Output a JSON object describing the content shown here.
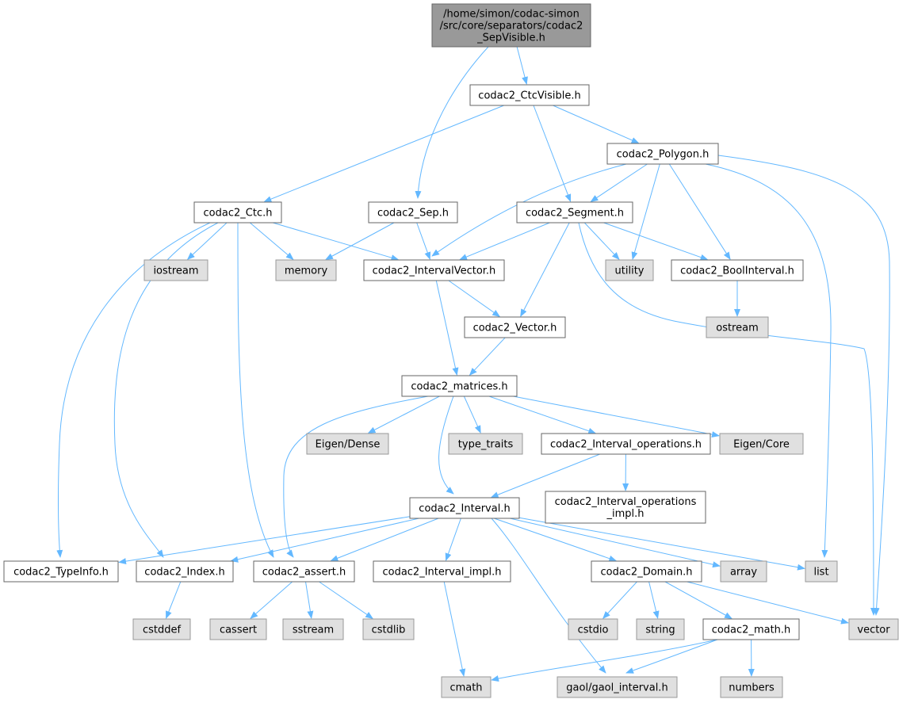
{
  "colors": {
    "edge": "#63b8ff",
    "root_fill": "#999999",
    "project_fill": "#ffffff",
    "system_fill": "#e0e0e0",
    "project_stroke": "#666666",
    "system_stroke": "#999999"
  },
  "nodes": [
    {
      "id": "root",
      "label": "/home/simon/codac-simon\n/src/core/separators/codac2\n_SepVisible.h",
      "kind": "root"
    },
    {
      "id": "ctcvisible",
      "label": "codac2_CtcVisible.h",
      "kind": "project"
    },
    {
      "id": "polygon",
      "label": "codac2_Polygon.h",
      "kind": "project"
    },
    {
      "id": "ctc",
      "label": "codac2_Ctc.h",
      "kind": "project"
    },
    {
      "id": "sep",
      "label": "codac2_Sep.h",
      "kind": "project"
    },
    {
      "id": "segment",
      "label": "codac2_Segment.h",
      "kind": "project"
    },
    {
      "id": "iostream",
      "label": "iostream",
      "kind": "system"
    },
    {
      "id": "memory",
      "label": "memory",
      "kind": "system"
    },
    {
      "id": "intervalvector",
      "label": "codac2_IntervalVector.h",
      "kind": "project"
    },
    {
      "id": "utility",
      "label": "utility",
      "kind": "system"
    },
    {
      "id": "boolinterval",
      "label": "codac2_BoolInterval.h",
      "kind": "project"
    },
    {
      "id": "ostream",
      "label": "ostream",
      "kind": "system"
    },
    {
      "id": "vector_h",
      "label": "codac2_Vector.h",
      "kind": "project"
    },
    {
      "id": "matrices",
      "label": "codac2_matrices.h",
      "kind": "project"
    },
    {
      "id": "eigendense",
      "label": "Eigen/Dense",
      "kind": "system"
    },
    {
      "id": "typetraits",
      "label": "type_traits",
      "kind": "system"
    },
    {
      "id": "intervalops",
      "label": "codac2_Interval_operations.h",
      "kind": "project"
    },
    {
      "id": "eigencore",
      "label": "Eigen/Core",
      "kind": "system"
    },
    {
      "id": "interval",
      "label": "codac2_Interval.h",
      "kind": "project"
    },
    {
      "id": "intervalopsimpl",
      "label": "codac2_Interval_operations\n_impl.h",
      "kind": "project"
    },
    {
      "id": "typeinfo",
      "label": "codac2_TypeInfo.h",
      "kind": "project"
    },
    {
      "id": "index",
      "label": "codac2_Index.h",
      "kind": "project"
    },
    {
      "id": "assert",
      "label": "codac2_assert.h",
      "kind": "project"
    },
    {
      "id": "intervalimpl",
      "label": "codac2_Interval_impl.h",
      "kind": "project"
    },
    {
      "id": "domain",
      "label": "codac2_Domain.h",
      "kind": "project"
    },
    {
      "id": "array",
      "label": "array",
      "kind": "system"
    },
    {
      "id": "list",
      "label": "list",
      "kind": "system"
    },
    {
      "id": "vector",
      "label": "vector",
      "kind": "system"
    },
    {
      "id": "cstddef",
      "label": "cstddef",
      "kind": "system"
    },
    {
      "id": "cassert",
      "label": "cassert",
      "kind": "system"
    },
    {
      "id": "sstream",
      "label": "sstream",
      "kind": "system"
    },
    {
      "id": "cstdlib",
      "label": "cstdlib",
      "kind": "system"
    },
    {
      "id": "cstdio",
      "label": "cstdio",
      "kind": "system"
    },
    {
      "id": "string",
      "label": "string",
      "kind": "system"
    },
    {
      "id": "math",
      "label": "codac2_math.h",
      "kind": "project"
    },
    {
      "id": "cmath",
      "label": "cmath",
      "kind": "system"
    },
    {
      "id": "gaol",
      "label": "gaol/gaol_interval.h",
      "kind": "system"
    },
    {
      "id": "numbers",
      "label": "numbers",
      "kind": "system"
    }
  ],
  "edges": [
    [
      "root",
      "ctcvisible"
    ],
    [
      "root",
      "sep"
    ],
    [
      "ctcvisible",
      "ctc"
    ],
    [
      "ctcvisible",
      "segment"
    ],
    [
      "ctcvisible",
      "polygon"
    ],
    [
      "polygon",
      "intervalvector"
    ],
    [
      "polygon",
      "segment"
    ],
    [
      "polygon",
      "utility"
    ],
    [
      "polygon",
      "boolinterval"
    ],
    [
      "polygon",
      "list"
    ],
    [
      "polygon",
      "vector"
    ],
    [
      "ctc",
      "typeinfo"
    ],
    [
      "ctc",
      "index"
    ],
    [
      "ctc",
      "iostream"
    ],
    [
      "ctc",
      "memory"
    ],
    [
      "ctc",
      "intervalvector"
    ],
    [
      "ctc",
      "assert"
    ],
    [
      "sep",
      "memory"
    ],
    [
      "sep",
      "intervalvector"
    ],
    [
      "segment",
      "intervalvector"
    ],
    [
      "segment",
      "vector_h"
    ],
    [
      "segment",
      "utility"
    ],
    [
      "segment",
      "boolinterval"
    ],
    [
      "segment",
      "vector"
    ],
    [
      "boolinterval",
      "ostream"
    ],
    [
      "intervalvector",
      "vector_h"
    ],
    [
      "intervalvector",
      "matrices"
    ],
    [
      "vector_h",
      "matrices"
    ],
    [
      "matrices",
      "assert"
    ],
    [
      "matrices",
      "eigendense"
    ],
    [
      "matrices",
      "typetraits"
    ],
    [
      "matrices",
      "intervalops"
    ],
    [
      "matrices",
      "eigencore"
    ],
    [
      "matrices",
      "interval"
    ],
    [
      "intervalops",
      "interval"
    ],
    [
      "intervalops",
      "intervalopsimpl"
    ],
    [
      "interval",
      "typeinfo"
    ],
    [
      "interval",
      "index"
    ],
    [
      "interval",
      "assert"
    ],
    [
      "interval",
      "intervalimpl"
    ],
    [
      "interval",
      "domain"
    ],
    [
      "interval",
      "array"
    ],
    [
      "interval",
      "list"
    ],
    [
      "interval",
      "gaol"
    ],
    [
      "index",
      "cstddef"
    ],
    [
      "assert",
      "cassert"
    ],
    [
      "assert",
      "sstream"
    ],
    [
      "assert",
      "cstdlib"
    ],
    [
      "intervalimpl",
      "cmath"
    ],
    [
      "domain",
      "cstdio"
    ],
    [
      "domain",
      "string"
    ],
    [
      "domain",
      "math"
    ],
    [
      "domain",
      "vector"
    ],
    [
      "math",
      "cmath"
    ],
    [
      "math",
      "gaol"
    ],
    [
      "math",
      "numbers"
    ]
  ]
}
